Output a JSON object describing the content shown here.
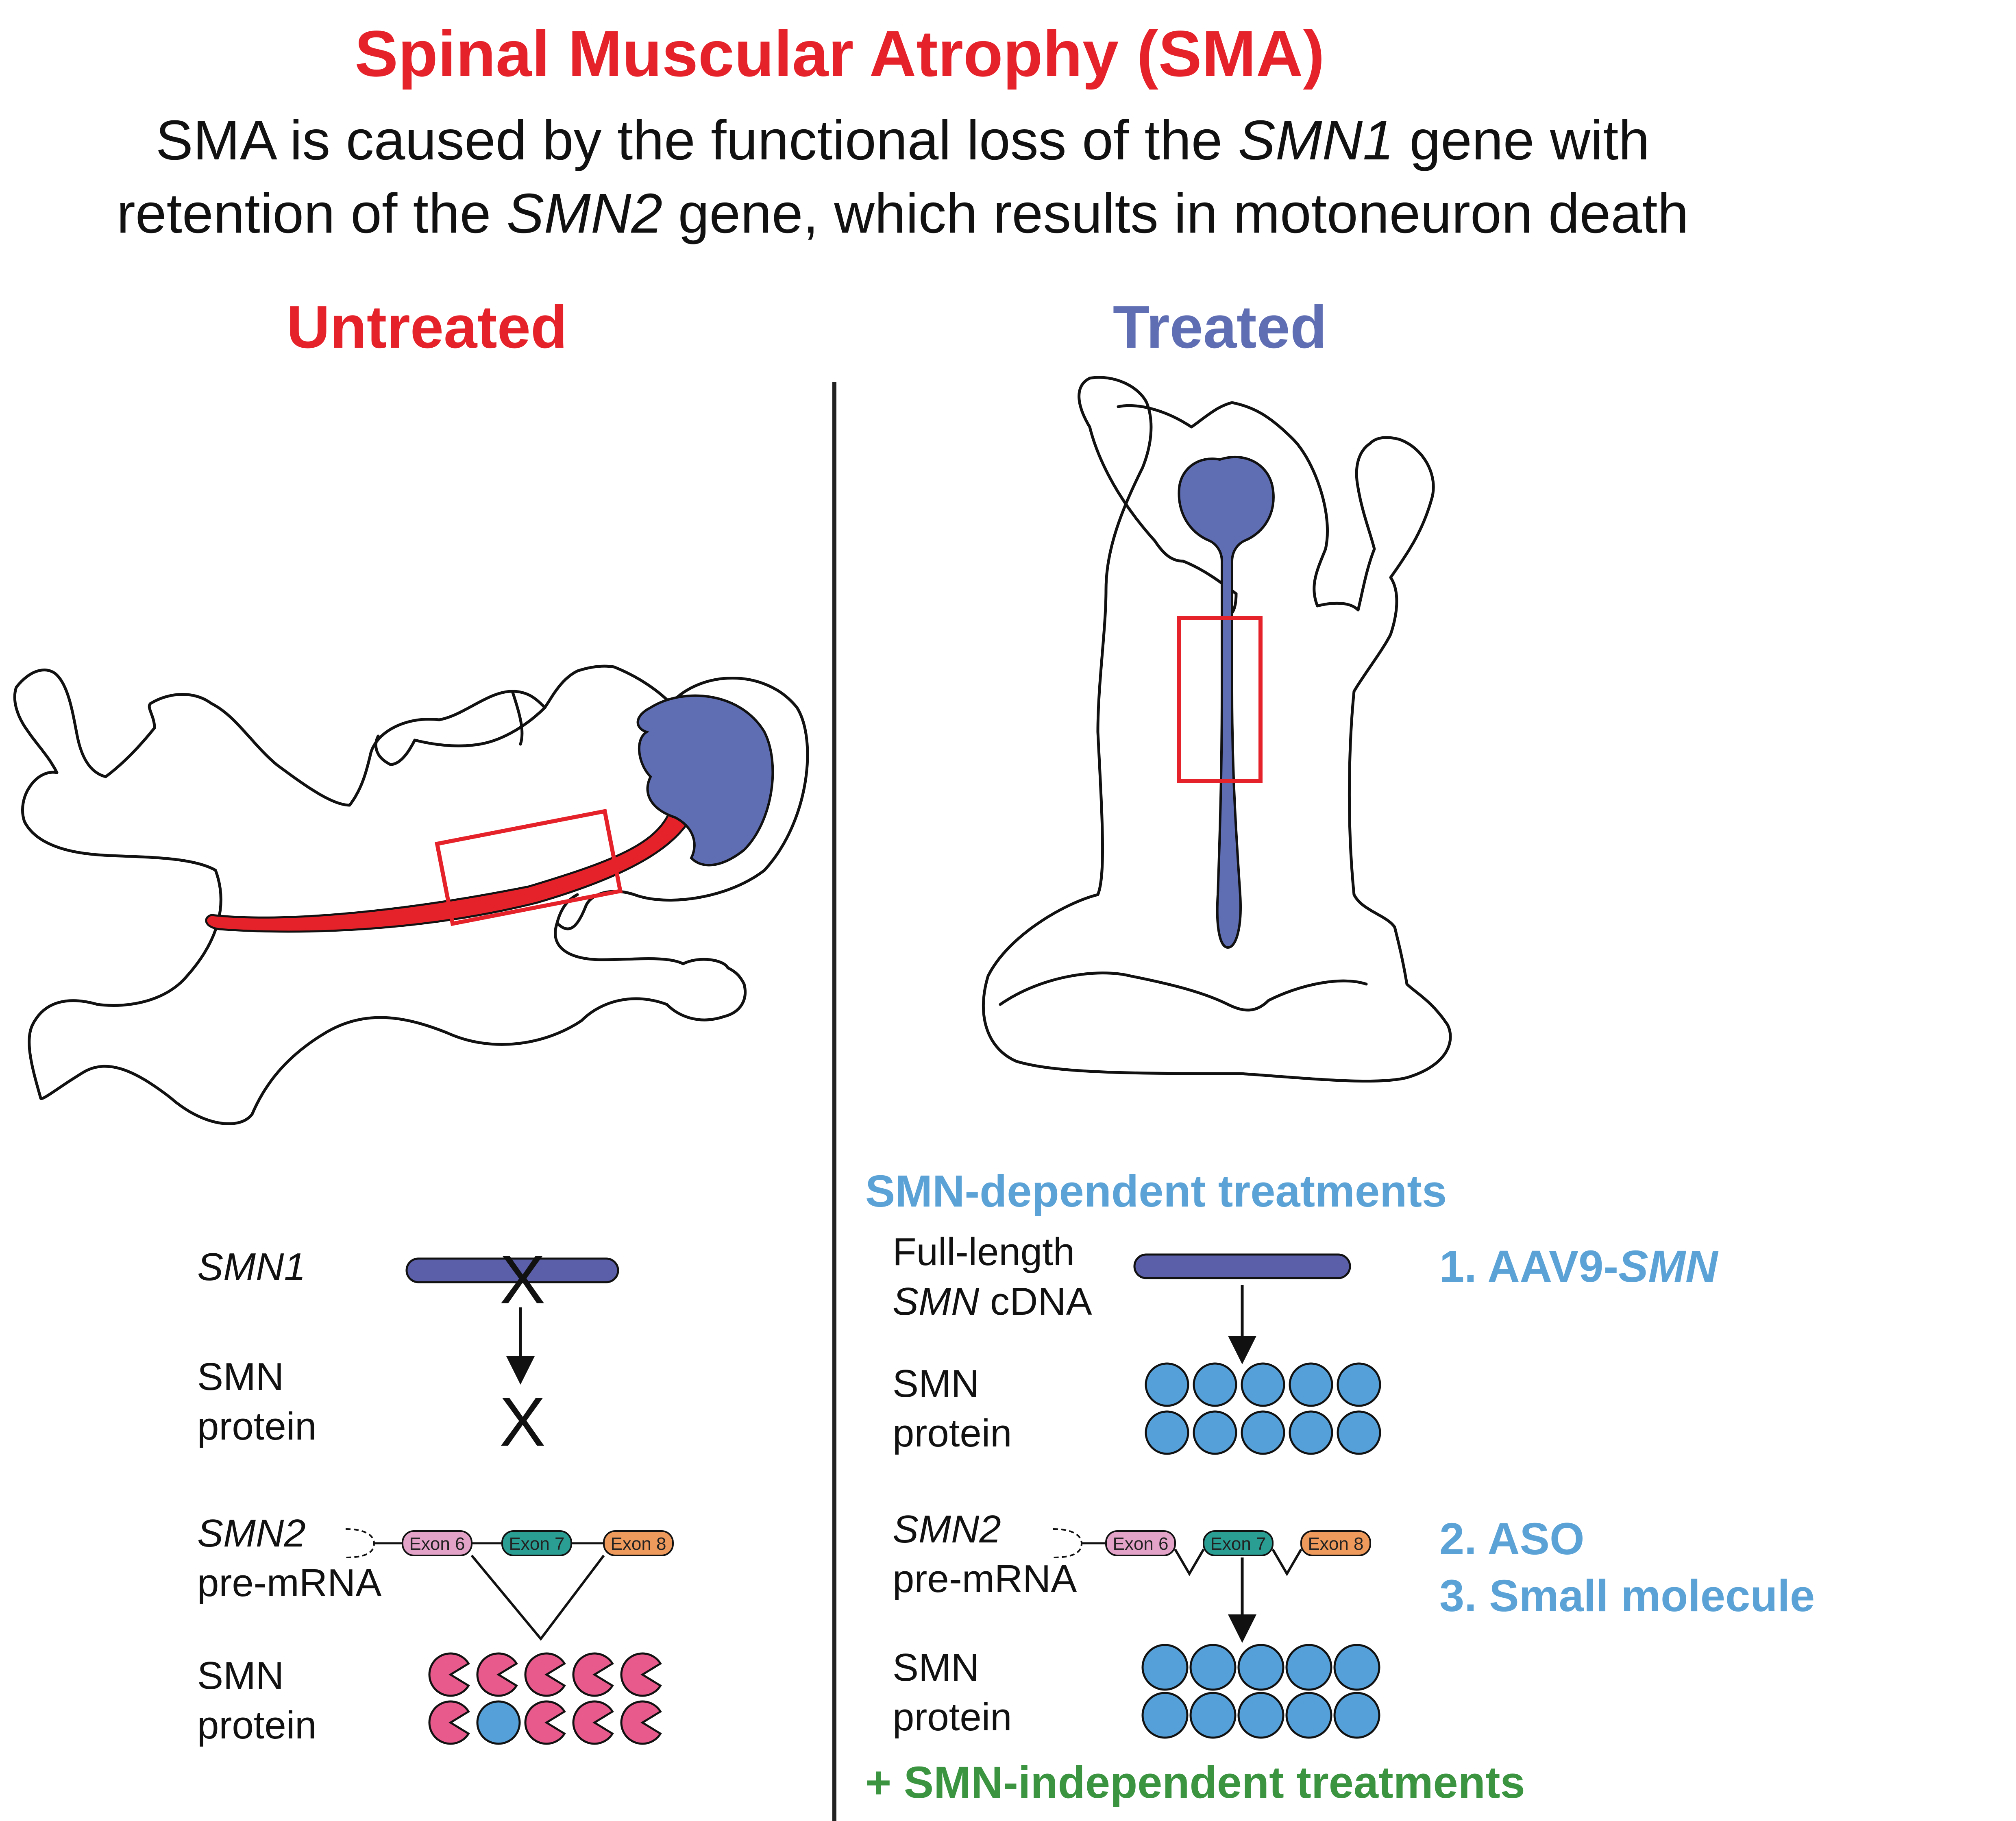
{
  "title": "Spinal Muscular Atrophy (SMA)",
  "subtitle": {
    "line1_a": "SMA is caused by the functional loss of the ",
    "line1_gene": "SMN1",
    "line1_b": " gene with",
    "line2_a": "retention of the ",
    "line2_gene": "SMN2",
    "line2_b": " gene, which results in motoneuron death"
  },
  "panels": {
    "untreated": {
      "heading": "Untreated",
      "color": "#e5222a"
    },
    "treated": {
      "heading": "Treated",
      "color": "#5f6db3"
    }
  },
  "untreated": {
    "smn1_label": "SMN1",
    "smn_protein_label_1": "SMN",
    "smn_protein_label_2": "protein",
    "blocked_mark": "X",
    "smn2_label": "SMN2",
    "pre_mrna_label": "pre-mRNA",
    "exons": [
      "Exon 6",
      "Exon 7",
      "Exon 8"
    ]
  },
  "treated": {
    "dependent_heading": "SMN-dependent treatments",
    "cdna_label_1": "Full-length",
    "cdna_label_2_gene": "SMN",
    "cdna_label_2_rest": " cDNA",
    "smn_protein_label_1": "SMN",
    "smn_protein_label_2": "protein",
    "smn2_label": "SMN2",
    "pre_mrna_label": "pre-mRNA",
    "exons": [
      "Exon 6",
      "Exon 7",
      "Exon 8"
    ],
    "treatment_1_prefix": "1. AAV9-",
    "treatment_1_gene": "SMN",
    "treatment_2": "2. ASO",
    "treatment_3": "3. Small molecule",
    "independent": "+ SMN-independent treatments"
  },
  "colors": {
    "spinal_cord_untreated": "#e5222a",
    "brain": "#5f6db3",
    "protein_full": "#55a0d8",
    "protein_truncated": "#e85a8c",
    "exon6": "#e3a3c9",
    "exon7": "#2a9e93",
    "exon8": "#ee9a5c",
    "dependent_text": "#5ba3d6",
    "independent_text": "#3a9440",
    "gene_bar": "#5b5ea8"
  },
  "icons": [
    "baby-lying-outline",
    "baby-sitting-outline",
    "blocked-x-icon",
    "down-arrow-icon"
  ]
}
